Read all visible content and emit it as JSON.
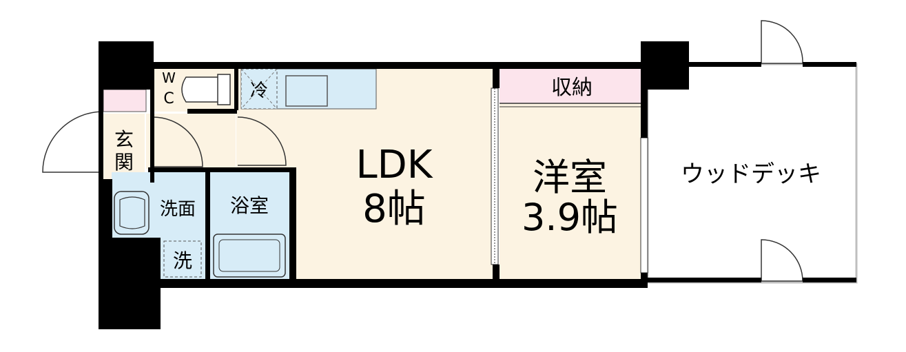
{
  "rooms": {
    "wc": {
      "line1": "W",
      "line2": "C"
    },
    "fridge": "冷",
    "storage": "収納",
    "entrance": {
      "line1": "玄",
      "line2": "関"
    },
    "ldk": {
      "name": "LDK",
      "size": "8帖"
    },
    "western_room": {
      "name": "洋室",
      "size": "3.9帖"
    },
    "wood_deck": "ウッドデッキ",
    "washroom": "洗面",
    "bathroom": "浴室",
    "washer": "洗"
  },
  "colors": {
    "wall": "#000000",
    "ldk_floor": "#fcf3e2",
    "wet_area": "#d7ecf7",
    "storage": "#fce4ec",
    "wc_floor": "#fcf3e2",
    "deck_outline": "#bfbfbf"
  }
}
